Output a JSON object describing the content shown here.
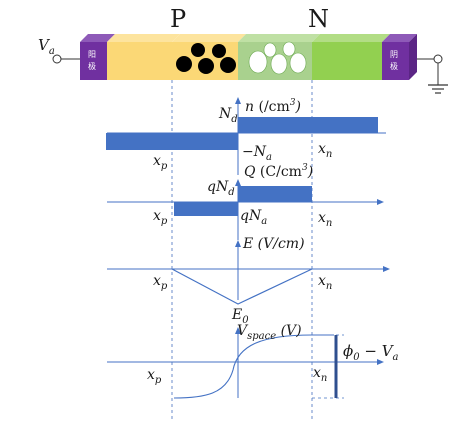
{
  "device": {
    "region_p_label": "P",
    "region_n_label": "N",
    "anode_label_top": "阳",
    "anode_label_bottom": "极",
    "cathode_label_top": "阴",
    "cathode_label_bottom": "极",
    "voltage_label": "V",
    "voltage_sub": "a",
    "colors": {
      "p_neutral": "#fbd876",
      "p_depletion": "#fbd876",
      "n_neutral": "#92d050",
      "n_depletion": "#a9d18e",
      "electrode": "#7030a0",
      "hole": "#000000",
      "electron": "#ffffff"
    }
  },
  "plots": {
    "doping": {
      "n_label": "n",
      "n_unit": " (/cm",
      "n_unit_exp": "3",
      "n_unit_end": ")",
      "nd_main": "N",
      "nd_sub": "d",
      "na_main": "−N",
      "na_sub": "a",
      "xp_main": "x",
      "xp_sub": "p",
      "xn_main": "x",
      "xn_sub": "n"
    },
    "charge": {
      "q_label": "Q",
      "q_unit": " (C/cm",
      "q_unit_exp": "3",
      "q_unit_end": ")",
      "qnd_main": "qN",
      "qnd_sub": "d",
      "qna_main": "qN",
      "qna_sub": "a",
      "xp_main": "x",
      "xp_sub": "p",
      "xn_main": "x",
      "xn_sub": "n"
    },
    "field": {
      "e_label": "E (V/cm)",
      "e0_main": "E",
      "e0_sub": "0",
      "xp_main": "x",
      "xp_sub": "p",
      "xn_main": "x",
      "xn_sub": "n"
    },
    "potential": {
      "v_main": "V",
      "v_sub": "space",
      "v_unit": " (V)",
      "phi_main": "ϕ",
      "phi_sub": "0",
      "phi_mid": " − V",
      "phi_sub2": "a",
      "xp_main": "x",
      "xp_sub": "p",
      "xn_main": "x",
      "xn_sub": "n"
    }
  }
}
